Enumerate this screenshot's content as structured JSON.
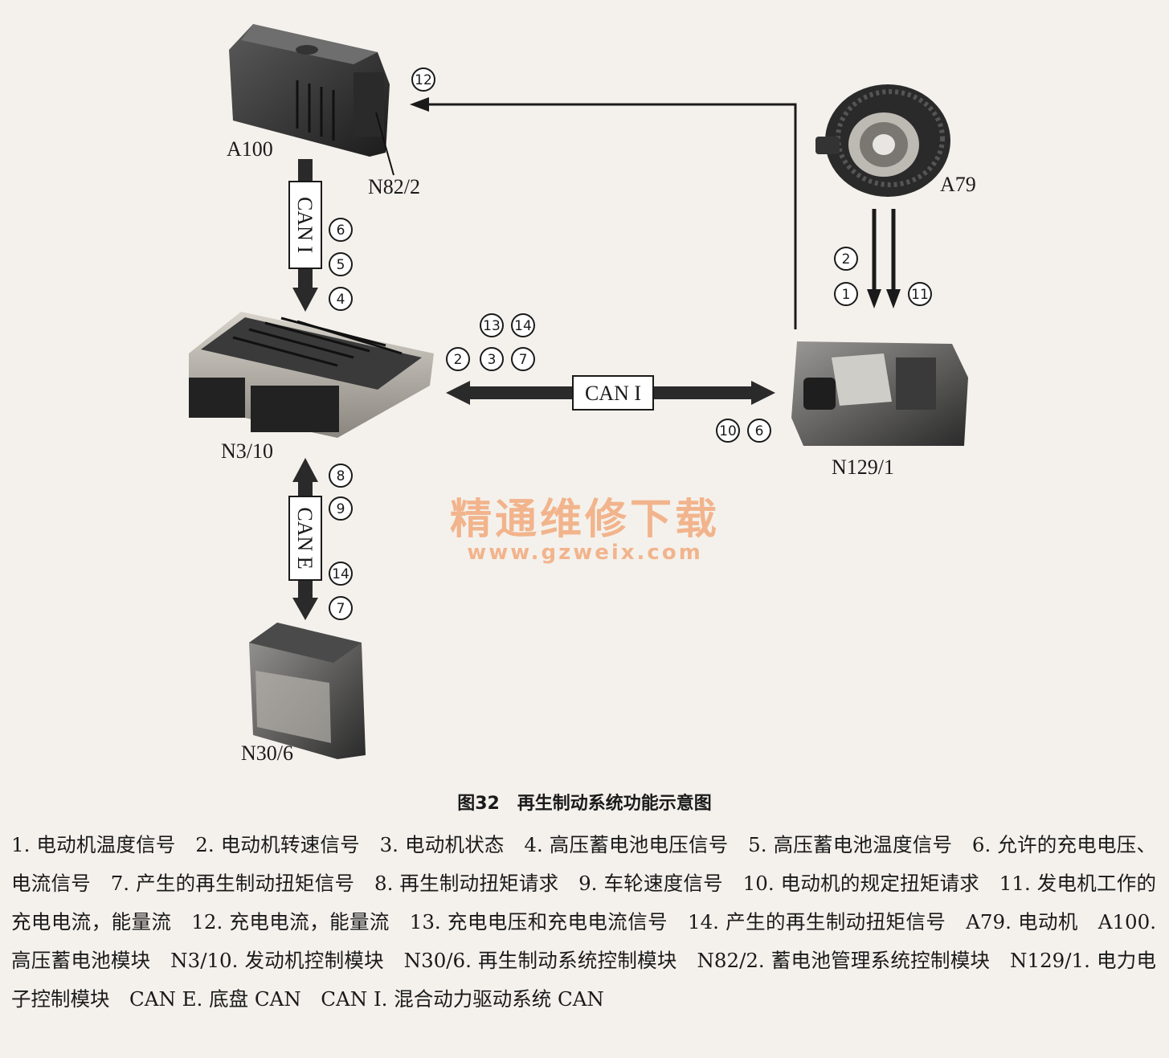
{
  "components": {
    "a100": "A100",
    "n82_2": "N82/2",
    "a79": "A79",
    "n3_10": "N3/10",
    "n129_1": "N129/1",
    "n30_6": "N30/6"
  },
  "buses": {
    "can_i_vertical": "CAN I",
    "can_i_horizontal": "CAN I",
    "can_e": "CAN E"
  },
  "signals": {
    "a100_to_n3": [
      "6",
      "5",
      "4"
    ],
    "n129_to_a100": [
      "12"
    ],
    "a79_down": [
      "2",
      "1"
    ],
    "a79_right": [
      "11"
    ],
    "n3_n129_top": [
      "13",
      "14"
    ],
    "n3_n129_mid": [
      "2",
      "3",
      "7"
    ],
    "n3_n129_bottom": [
      "10",
      "6"
    ],
    "n3_n30": [
      "8",
      "9",
      "14",
      "7"
    ]
  },
  "watermark": {
    "line1": "精通维修下载",
    "line2": "www.gzweix.com"
  },
  "caption": "图32　再生制动系统功能示意图",
  "legend": "1. 电动机温度信号　2. 电动机转速信号　3. 电动机状态　4. 高压蓄电池电压信号　5. 高压蓄电池温度信号　6. 允许的充电电压、电流信号　7. 产生的再生制动扭矩信号　8. 再生制动扭矩请求　9. 车轮速度信号　10. 电动机的规定扭矩请求　11. 发电机工作的充电电流，能量流　12. 充电电流，能量流　13. 充电电压和充电电流信号　14. 产生的再生制动扭矩信号　A79. 电动机　A100. 高压蓄电池模块　N3/10. 发动机控制模块　N30/6. 再生制动系统控制模块　N82/2. 蓄电池管理系统控制模块　N129/1. 电力电子控制模块　CAN E. 底盘 CAN　CAN I. 混合动力驱动系统 CAN"
}
